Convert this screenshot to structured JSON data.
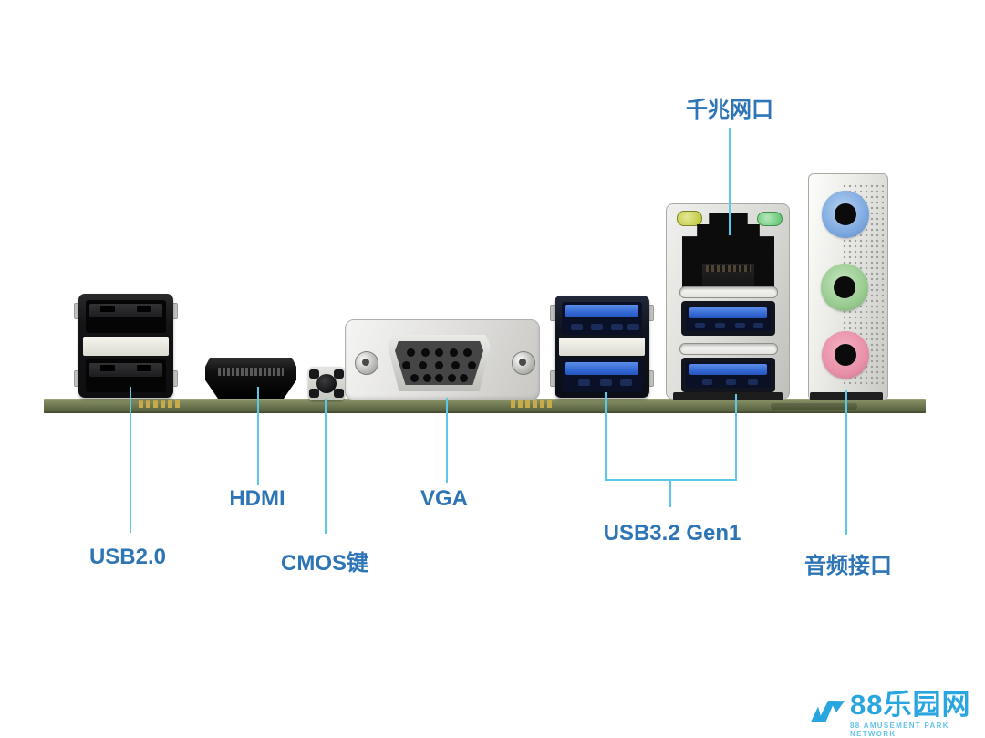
{
  "labels": {
    "lan": "千兆网口",
    "usb2": "USB2.0",
    "hdmi": "HDMI",
    "cmos": "CMOS键",
    "vga": "VGA",
    "usb32": "USB3.2 Gen1",
    "audio": "音频接口"
  },
  "watermark": {
    "title": "88乐园网",
    "subtitle": "88 AMUSEMENT PARK NETWORK"
  },
  "hardware_items": [
    {
      "name": "dual-usb2-port",
      "color": "black"
    },
    {
      "name": "hdmi-port",
      "color": "black"
    },
    {
      "name": "cmos-reset-button",
      "color": "black"
    },
    {
      "name": "vga-port",
      "color": "silver",
      "pins": 15
    },
    {
      "name": "dual-usb3-port",
      "color": "blue"
    },
    {
      "name": "gigabit-lan-port",
      "leds": [
        "yellow",
        "green"
      ]
    },
    {
      "name": "dual-usb3-port-under-lan",
      "color": "blue"
    },
    {
      "name": "audio-jacks",
      "jacks": [
        "line-in-blue",
        "line-out-green",
        "mic-pink"
      ]
    }
  ],
  "colors": {
    "label_text": "#2e75b6",
    "leader_line": "#5bc8e8",
    "watermark_blue": "#29a5df",
    "watermark_sub": "#66c3e9",
    "pcb_green": "#6d7852",
    "pcb_pads_gold": "#c8ab49",
    "usb3_tongue_blue": "#2f63cf",
    "led_yellow": "#b9c22f",
    "led_green": "#58bf69",
    "audio_line_in": "#7da9e0",
    "audio_line_out": "#98cb90",
    "audio_mic": "#e890a8"
  }
}
